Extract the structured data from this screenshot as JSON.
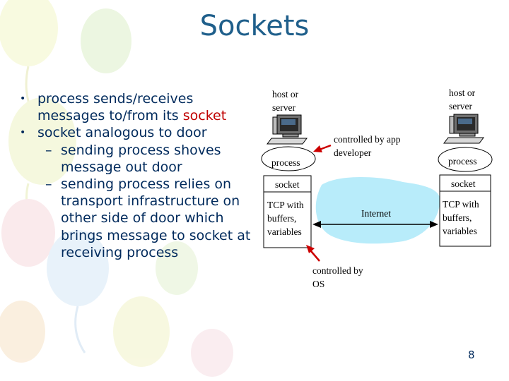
{
  "slide": {
    "title": "Sockets",
    "bullets": {
      "b1_pre": "process sends/receives messages to/from its ",
      "b1_highlight": "socket",
      "b2": "socket analogous to door",
      "b2_sub1": "sending process shoves message out door",
      "b2_sub2": "sending process relies on transport infrastructure on other side of door which brings message to socket at receiving process"
    },
    "page_number": "8"
  },
  "diagram": {
    "left_host": {
      "label": "host or server",
      "process": "process",
      "socket": "socket",
      "tcp": "TCP with buffers, variables"
    },
    "right_host": {
      "label": "host or server",
      "process": "process",
      "socket": "socket",
      "tcp": "TCP with buffers, variables"
    },
    "internet": "Internet",
    "controlled_by_app": "controlled by app developer",
    "controlled_by_os": "controlled by OS"
  },
  "colors": {
    "title": "#1f5f8b",
    "text": "#002a5c",
    "highlight": "#c00000",
    "internet_cloud": "#b8ecfa",
    "arrow": "#cc0000"
  },
  "icons": [
    "bullet-dot",
    "en-dash",
    "computer-icon",
    "balloon-decoration"
  ]
}
